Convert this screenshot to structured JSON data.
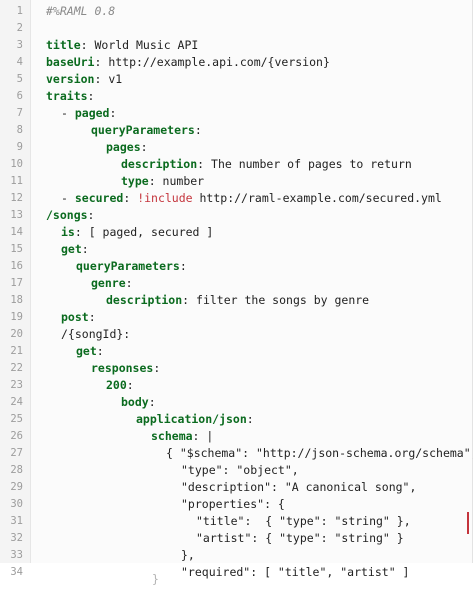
{
  "editor": {
    "lines": [
      {
        "n": "1",
        "key": "",
        "text": "",
        "comment": "#%RAML 0.8",
        "indent": 0
      },
      {
        "n": "2",
        "key": "",
        "text": "",
        "indent": 0
      },
      {
        "n": "3",
        "key": "title",
        "text": ": World Music API",
        "indent": 0
      },
      {
        "n": "4",
        "key": "baseUri",
        "text": ": http://example.api.com/{version}",
        "indent": 0
      },
      {
        "n": "5",
        "key": "version",
        "text": ": v1",
        "indent": 0
      },
      {
        "n": "6",
        "key": "traits",
        "text": ":",
        "indent": 0
      },
      {
        "n": "7",
        "key": "paged",
        "pre": "- ",
        "text": ":",
        "indent": 1
      },
      {
        "n": "8",
        "key": "queryParameters",
        "text": ":",
        "indent": 3
      },
      {
        "n": "9",
        "key": "pages",
        "text": ":",
        "indent": 4
      },
      {
        "n": "10",
        "key": "description",
        "text": ": The number of pages to return",
        "indent": 5
      },
      {
        "n": "11",
        "key": "type",
        "text": ": number",
        "indent": 5
      },
      {
        "n": "12",
        "key": "secured",
        "pre": "- ",
        "text": ": ",
        "tag": "!include",
        "after": " http://raml-example.com/secured.yml",
        "indent": 1
      },
      {
        "n": "13",
        "key": "/songs",
        "text": ":",
        "indent": 0
      },
      {
        "n": "14",
        "key": "is",
        "text": ": [ paged, secured ]",
        "indent": 1
      },
      {
        "n": "15",
        "key": "get",
        "text": ":",
        "indent": 1
      },
      {
        "n": "16",
        "key": "queryParameters",
        "text": ":",
        "indent": 2
      },
      {
        "n": "17",
        "key": "genre",
        "text": ":",
        "indent": 3
      },
      {
        "n": "18",
        "key": "description",
        "text": ": filter the songs by genre",
        "indent": 4
      },
      {
        "n": "19",
        "key": "post",
        "text": ":",
        "indent": 1
      },
      {
        "n": "20",
        "key": "",
        "text": "/{songId}:",
        "indent": 1
      },
      {
        "n": "21",
        "key": "get",
        "text": ":",
        "indent": 2
      },
      {
        "n": "22",
        "key": "responses",
        "text": ":",
        "indent": 3
      },
      {
        "n": "23",
        "key": "200",
        "text": ":",
        "indent": 4
      },
      {
        "n": "24",
        "key": "body",
        "text": ":",
        "indent": 5
      },
      {
        "n": "25",
        "key": "application/json",
        "text": ":",
        "indent": 6
      },
      {
        "n": "26",
        "key": "schema",
        "text": ": |",
        "indent": 7
      },
      {
        "n": "27",
        "key": "",
        "text": "{ \"$schema\": \"http://json-schema.org/schema\",",
        "indent": 8
      },
      {
        "n": "28",
        "key": "",
        "text": "\"type\": \"object\",",
        "indent": 9
      },
      {
        "n": "29",
        "key": "",
        "text": "\"description\": \"A canonical song\",",
        "indent": 9
      },
      {
        "n": "30",
        "key": "",
        "text": "\"properties\": {",
        "indent": 9
      },
      {
        "n": "31",
        "key": "",
        "text": "\"title\":  { \"type\": \"string\" },",
        "indent": 10
      },
      {
        "n": "32",
        "key": "",
        "text": "\"artist\": { \"type\": \"string\" }",
        "indent": 10
      },
      {
        "n": "33",
        "key": "",
        "text": "},",
        "indent": 9
      },
      {
        "n": "34",
        "key": "",
        "text": "\"required\": [ \"title\", \"artist\" ]",
        "indent": 9
      }
    ]
  }
}
